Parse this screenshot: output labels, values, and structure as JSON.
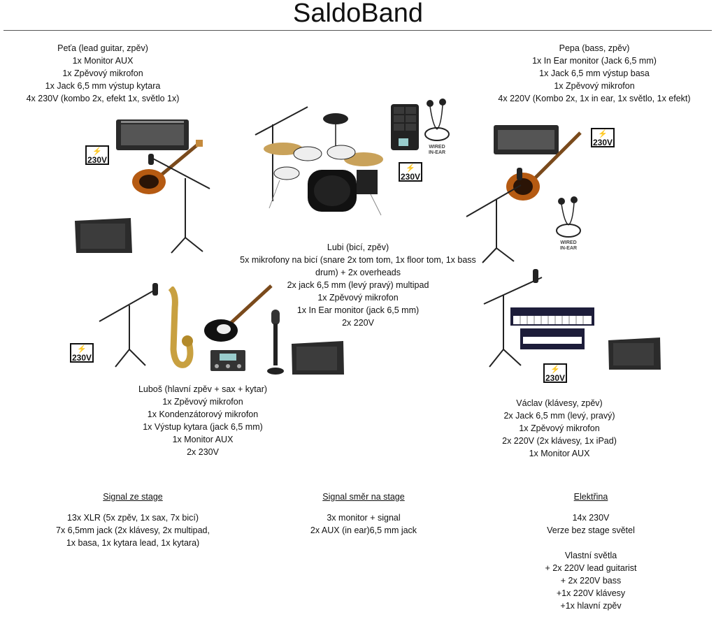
{
  "title": "SaldoBand",
  "power_badge_label": "230V",
  "in_ear_label_line1": "WIRED",
  "in_ear_label_line2": "IN-EAR",
  "musicians": {
    "peta": {
      "lines": [
        "Peťa (lead guitar, zpěv)",
        "1x Monitor AUX",
        "1x Zpěvový mikrofon",
        "1x  Jack 6,5 mm výstup kytara",
        "4x 230V (kombo 2x, efekt 1x, světlo 1x)"
      ]
    },
    "pepa": {
      "lines": [
        "Pepa (bass, zpěv)",
        "1x In Ear monitor (Jack 6,5 mm)",
        "1x Jack 6,5 mm výstup basa",
        "1x Zpěvový mikrofon",
        "4x 220V (Kombo 2x, 1x in ear, 1x světlo, 1x efekt)"
      ]
    },
    "lubi": {
      "lines": [
        "Lubi (bicí, zpěv)",
        "5x mikrofony na bicí (snare 2x tom tom, 1x floor tom, 1x bass",
        "drum) + 2x overheads",
        "2x jack 6,5 mm (levý pravý) multipad",
        "1x Zpěvový mikrofon",
        "1x In Ear monitor (jack 6,5 mm)",
        "2x 220V"
      ]
    },
    "lubos": {
      "lines": [
        "Luboš (hlavní zpěv + sax + kytar)",
        "1x Zpěvový mikrofon",
        "1x Kondenzátorový mikrofon",
        "1x Výstup kytara (jack 6,5 mm)",
        "1x Monitor AUX",
        "2x 230V"
      ]
    },
    "vaclav": {
      "lines": [
        "Václav (klávesy, zpěv)",
        "2x Jack 6,5 mm (levý, pravý)",
        "1x Zpěvový mikrofon",
        "2x 220V (2x klávesy, 1x iPad)",
        "1x Monitor AUX"
      ]
    }
  },
  "summary": {
    "signal_from_stage": {
      "heading": "Signal ze stage",
      "lines": [
        "13x XLR (5x zpěv, 1x sax, 7x bicí)",
        "7x 6,5mm jack (2x klávesy, 2x multipad,",
        "1x basa, 1x kytara lead, 1x kytara)"
      ]
    },
    "signal_to_stage": {
      "heading": "Signal směr na stage",
      "lines": [
        "3x monitor + signal",
        "2x AUX (in ear)6,5 mm jack"
      ]
    },
    "electricity": {
      "heading": "Elektřina",
      "lines": [
        "14x 230V",
        "Verze bez stage světel"
      ],
      "lights_lines": [
        "Vlastní světla",
        "+ 2x 220V lead guitarist",
        "+ 2x 220V bass",
        "+1x 220V klávesy",
        "+1x hlavní zpěv"
      ]
    }
  }
}
